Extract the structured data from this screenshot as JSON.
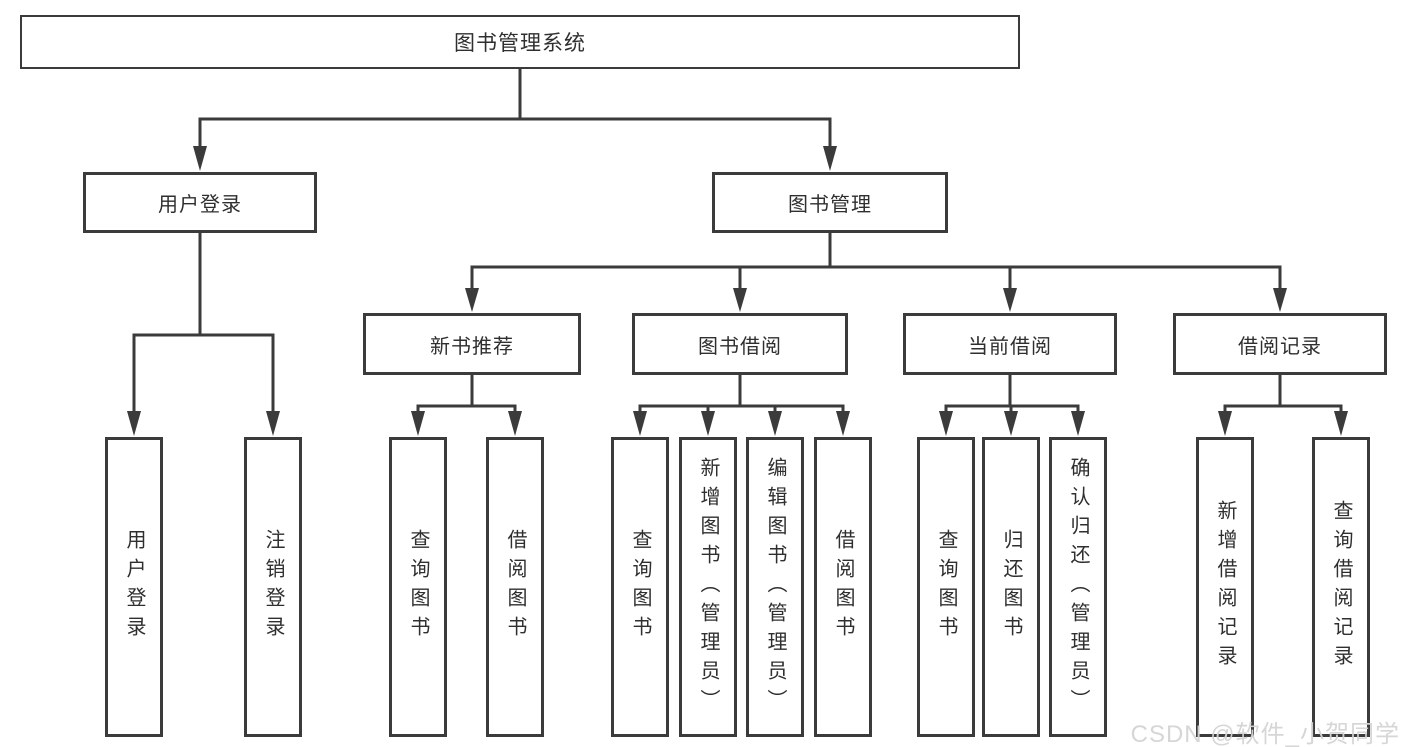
{
  "tree": {
    "root": {
      "label": "图书管理系统"
    },
    "login": {
      "label": "用户登录",
      "children": [
        {
          "label": "用户登录"
        },
        {
          "label": "注销登录"
        }
      ]
    },
    "management": {
      "label": "图书管理",
      "modules": [
        {
          "label": "新书推荐",
          "children": [
            {
              "label": "查询图书"
            },
            {
              "label": "借阅图书"
            }
          ]
        },
        {
          "label": "图书借阅",
          "children": [
            {
              "label": "查询图书"
            },
            {
              "label": "新增图书（管理员）"
            },
            {
              "label": "编辑图书（管理员）"
            },
            {
              "label": "借阅图书"
            }
          ]
        },
        {
          "label": "当前借阅",
          "children": [
            {
              "label": "查询图书"
            },
            {
              "label": "归还图书"
            },
            {
              "label": "确认归还（管理员）"
            }
          ]
        },
        {
          "label": "借阅记录",
          "children": [
            {
              "label": "新增借阅记录"
            },
            {
              "label": "查询借阅记录"
            }
          ]
        }
      ]
    }
  },
  "style": {
    "line_color": "#3b3b3b",
    "box_border_color": "#3b3b3b",
    "text_color": "#2f2f2f",
    "background": "#ffffff",
    "watermark_color": "#d4d4d4"
  },
  "watermark": {
    "text": "CSDN @软件_小贺同学"
  }
}
